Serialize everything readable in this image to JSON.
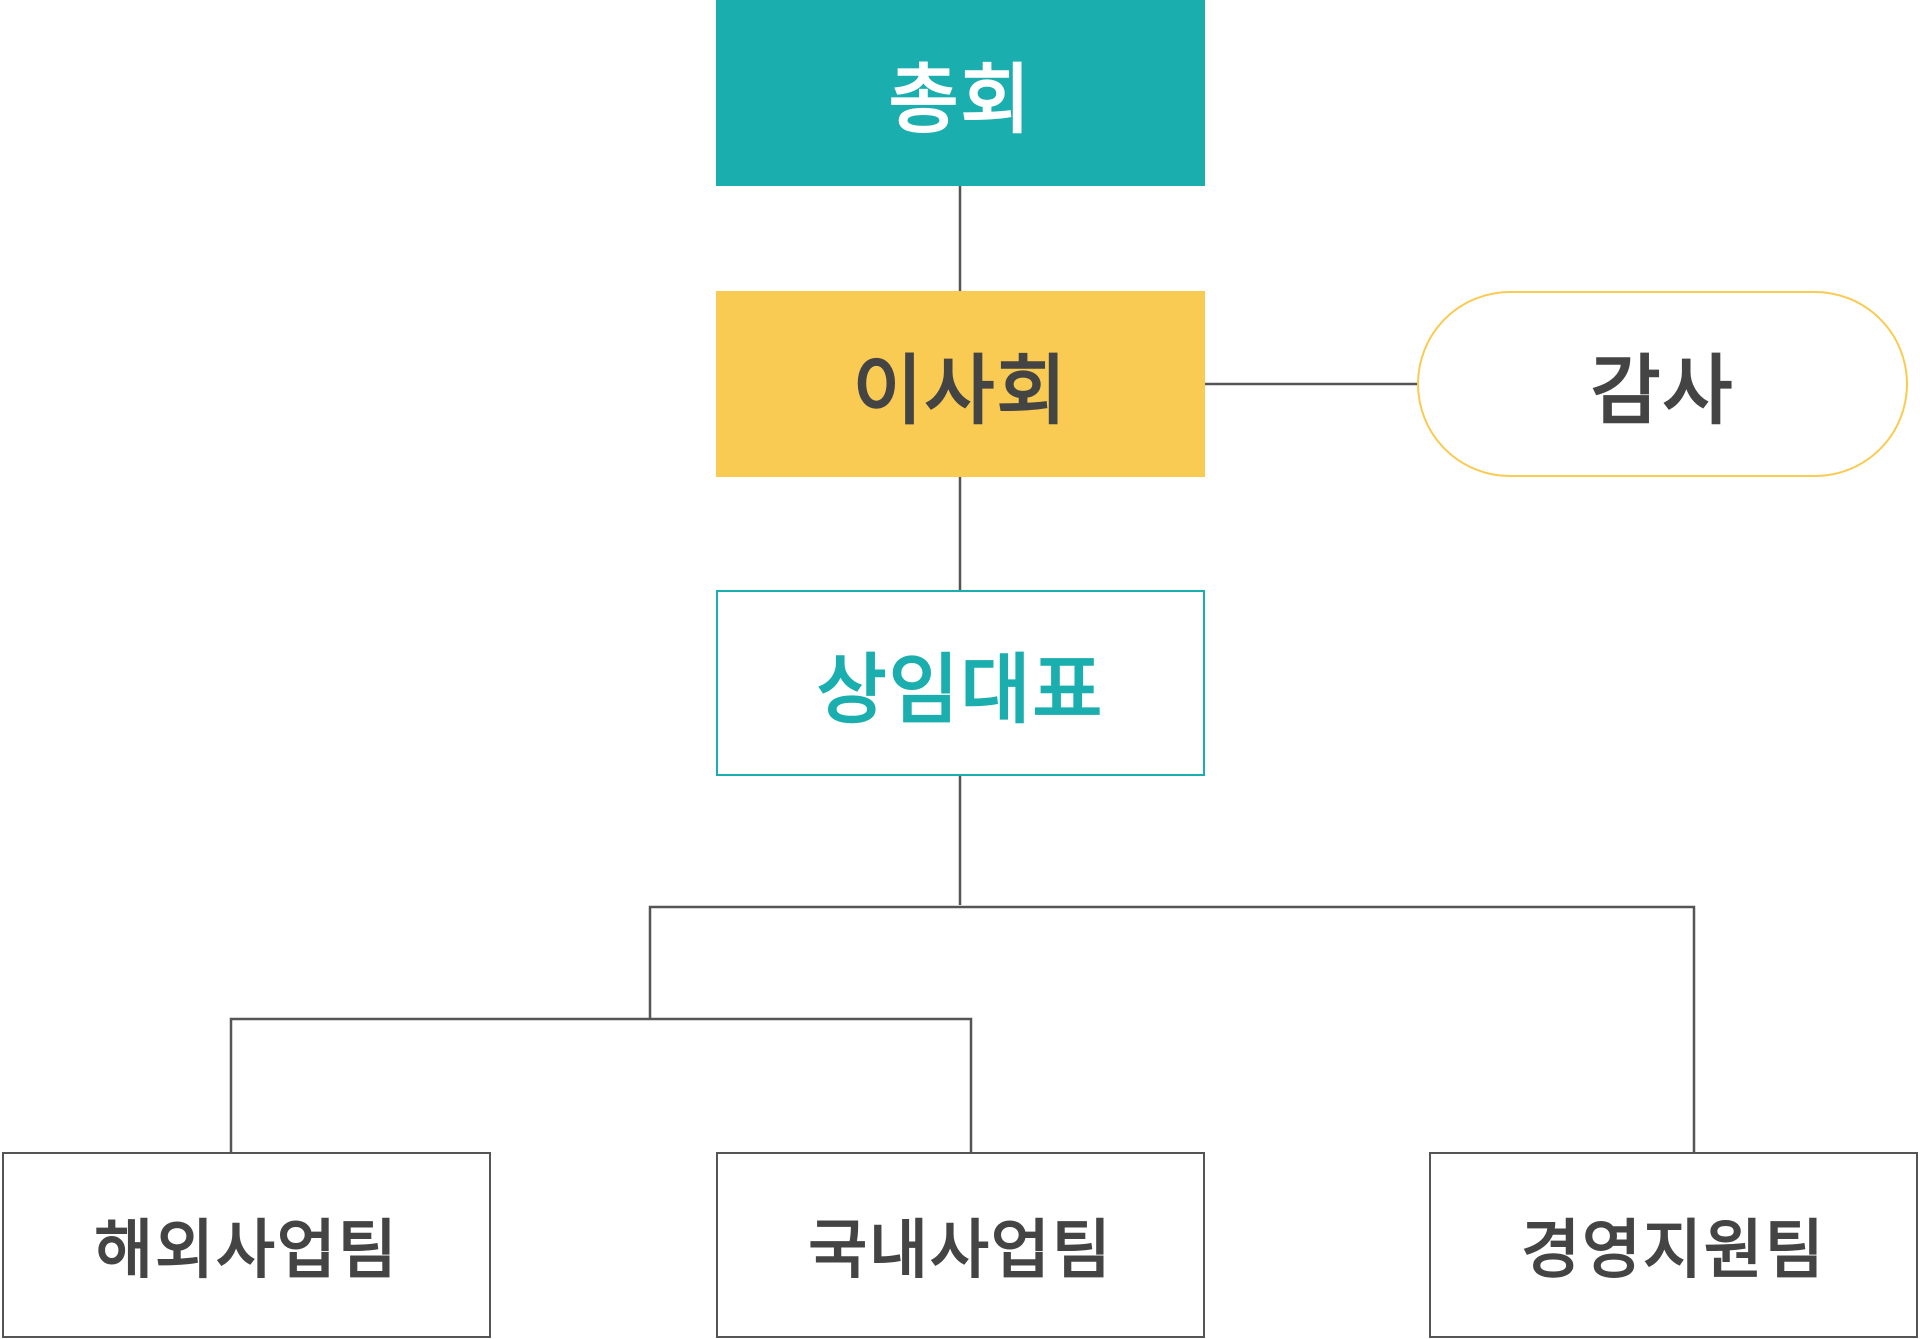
{
  "nodes": {
    "general_assembly": "총회",
    "board": "이사회",
    "audit": "감사",
    "ceo": "상임대표",
    "team_overseas": "해외사업팀",
    "team_domestic": "국내사업팀",
    "team_management": "경영지원팀"
  },
  "colors": {
    "teal": "#1aaeaf",
    "yellow": "#f9cb52",
    "line": "#555555",
    "text_dark": "#444444"
  }
}
